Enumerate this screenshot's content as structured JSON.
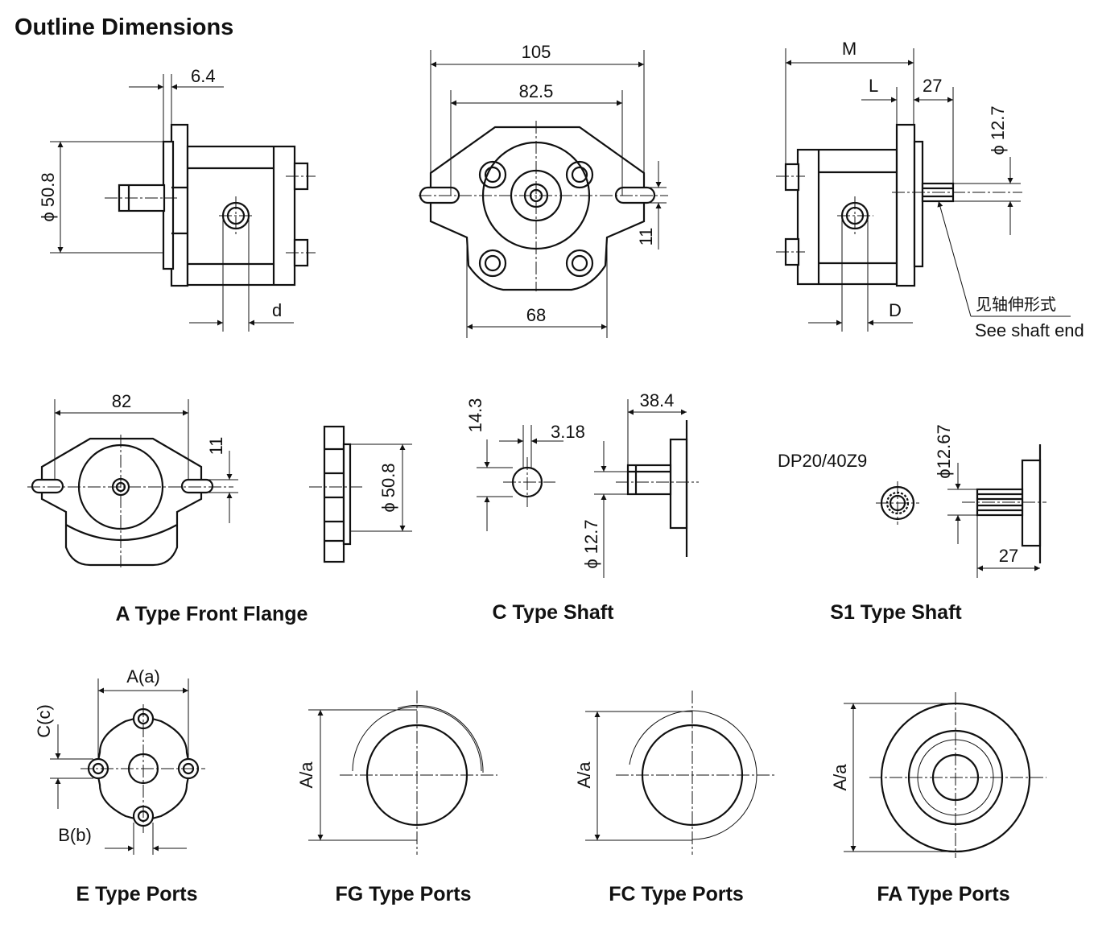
{
  "title": "Outline Dimensions",
  "labels": {
    "flange_thickness": "6.4",
    "pilot_diameter": "ϕ 50.8",
    "port_d": "d",
    "overall_width": "105",
    "mounting_hole_spacing": "82.5",
    "body_width": "68",
    "slot_width": "11",
    "length_m": "M",
    "length_l": "L",
    "shaft_length": "27",
    "shaft_diameter": "ϕ 12.7",
    "port_d_upper": "D",
    "note_cn": "见轴伸形式",
    "note_en": "See shaft end",
    "flange_width": "82",
    "flange_slot": "11",
    "flange_pilot": "ϕ 50.8",
    "key_height": "14.3",
    "key_width": "3.18",
    "c_shaft_length": "38.4",
    "c_shaft_diameter": "ϕ 12.7",
    "spline_spec": "DP20/40Z9",
    "s1_diameter": "ϕ12.67",
    "s1_length": "27",
    "e_a": "A(a)",
    "e_c": "C(c)",
    "e_b": "B(b)",
    "fg_a": "A/a",
    "fc_a": "A/a",
    "fa_a": "A/a"
  },
  "captions": {
    "a_type_front_flange": "A Type Front Flange",
    "c_type_shaft": "C Type Shaft",
    "s1_type_shaft": "S1 Type Shaft",
    "e_type_ports": "E Type Ports",
    "fg_type_ports": "FG Type Ports",
    "fc_type_ports": "FC Type Ports",
    "fa_type_ports": "FA Type Ports"
  }
}
